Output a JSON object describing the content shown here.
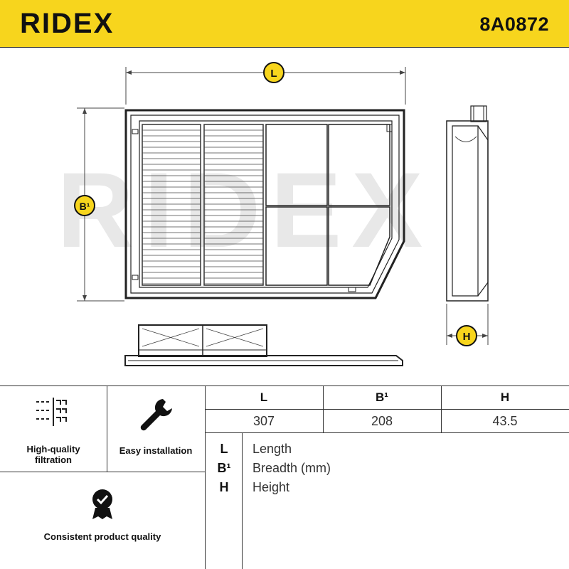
{
  "header": {
    "brand": "RIDEX",
    "part_number": "8A0872"
  },
  "drawing": {
    "watermark": "RIDEX",
    "dim_badges": {
      "length": "L",
      "breadth": "B¹",
      "height": "H"
    }
  },
  "features": [
    {
      "label": "High-quality\nfiltration",
      "icon": "filtration-icon"
    },
    {
      "label": "Easy installation",
      "icon": "wrench-icon"
    },
    {
      "label": "Consistent product quality",
      "icon": "quality-check-icon"
    }
  ],
  "dimensions": {
    "headers": [
      "L",
      "B¹",
      "H"
    ],
    "values": [
      "307",
      "208",
      "43.5"
    ]
  },
  "legend": [
    {
      "key": "L",
      "desc": "Length"
    },
    {
      "key": "B¹",
      "desc": "Breadth (mm)"
    },
    {
      "key": "H",
      "desc": "Height"
    }
  ],
  "colors": {
    "accent": "#f7d51d",
    "line": "#222222",
    "watermark": "#e6e6e6"
  }
}
